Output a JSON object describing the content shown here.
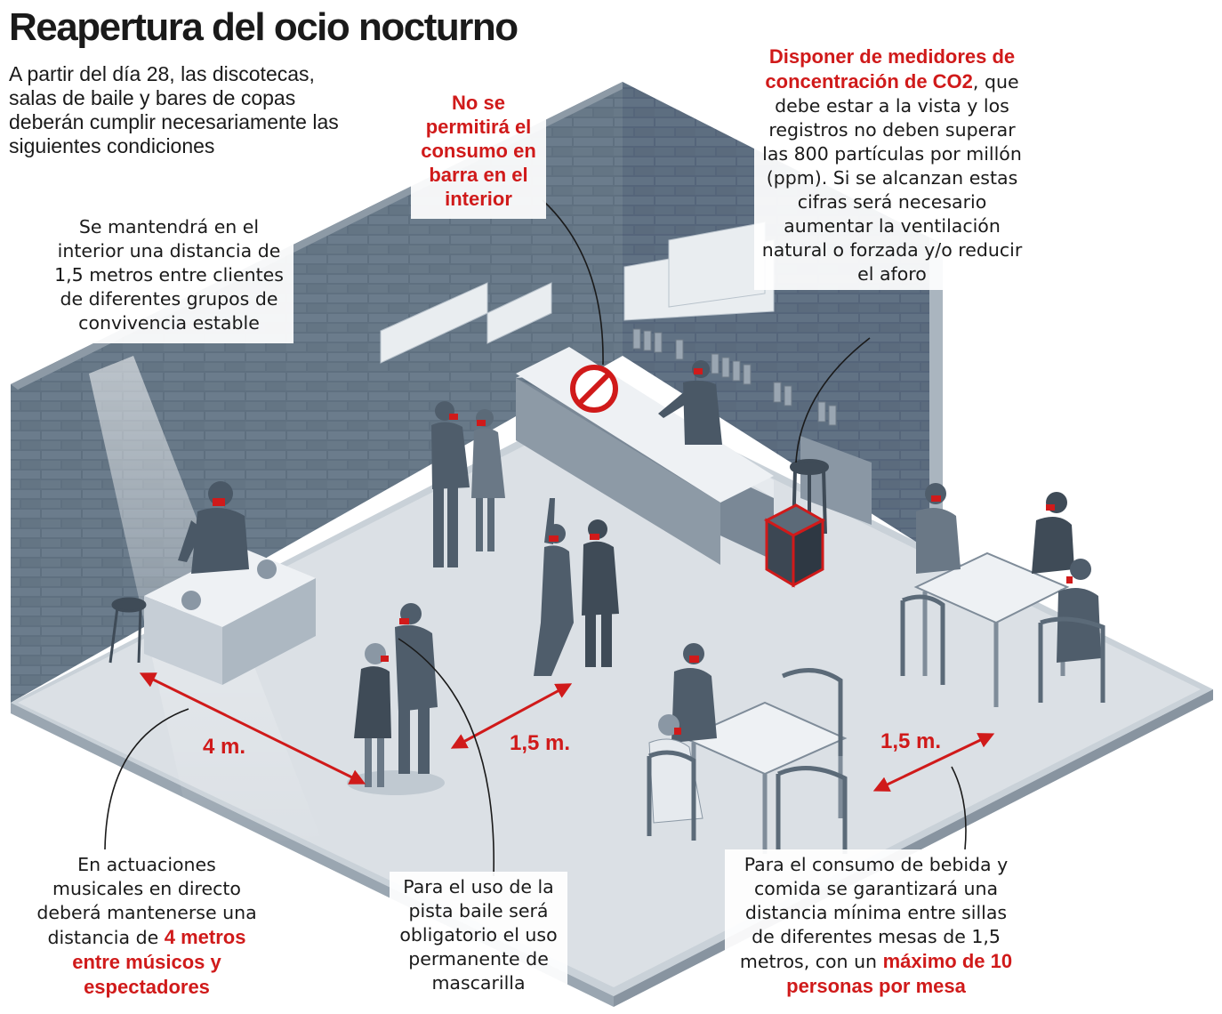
{
  "title": "Reapertura del ocio nocturno",
  "subtitle": "A partir del día 28, las discotecas, salas de baile y bares de copas deberán cumplir necesariamente las siguientes condiciones",
  "notes": {
    "distance_groups": "Se mantendrá en el interior una distancia de 1,5 metros entre clientes de diferentes grupos de convivencia estable",
    "bar_rule": "No se permitirá el consumo en barra en el interior",
    "co2_highlight": "Disponer de medidores de concentración de CO2",
    "co2_rest": ", que debe estar a la vista y los registros no deben superar las 800 partículas por millón (ppm). Si se alcanzan estas cifras será necesario aumentar la ventilación natural o forzada y/o reducir el aforo",
    "music_intro": "En actuaciones musicales en directo deberá mantenerse una distancia de ",
    "music_highlight": "4 metros entre músicos y espectadores",
    "mask": "Para el uso de la pista baile será obligatorio el uso permanente de mascarilla",
    "tables_intro": "Para el consumo de bebida y comida se garantizará una distancia mínima entre sillas de diferentes mesas de 1,5 metros, con un ",
    "tables_highlight": "máximo de 10 personas por mesa"
  },
  "distances": {
    "dj": "4 m.",
    "dance": "1,5 m.",
    "tables": "1,5 m."
  },
  "colors": {
    "accent_red": "#d01a1a",
    "wall": "#5d6e7e",
    "floor": "#d4dae0",
    "figure": "#4a5866"
  }
}
